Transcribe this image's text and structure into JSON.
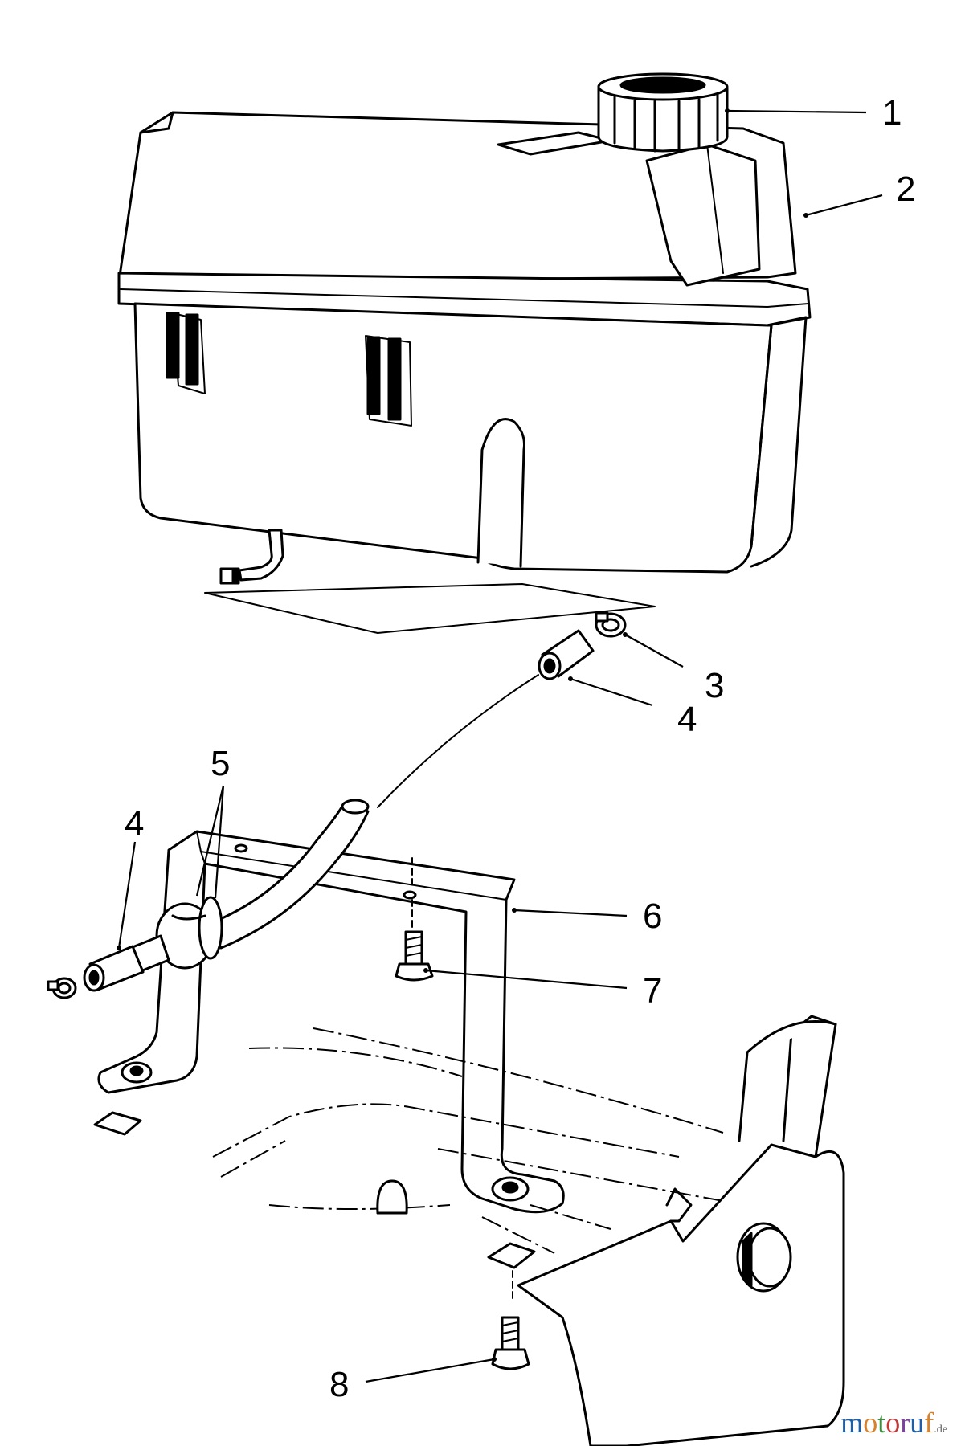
{
  "callouts": [
    {
      "id": "1",
      "text": "1"
    },
    {
      "id": "2",
      "text": "2"
    },
    {
      "id": "3",
      "text": "3"
    },
    {
      "id": "4a",
      "text": "4"
    },
    {
      "id": "5",
      "text": "5"
    },
    {
      "id": "4b",
      "text": "4"
    },
    {
      "id": "6",
      "text": "6"
    },
    {
      "id": "7",
      "text": "7"
    },
    {
      "id": "8",
      "text": "8"
    }
  ],
  "watermark": {
    "letters": [
      "m",
      "o",
      "t",
      "o",
      "r",
      "u",
      "f"
    ],
    "colors": [
      "#1f5fa8",
      "#d9822b",
      "#3b8f3b",
      "#c23b3b",
      "#7a3fa0",
      "#1f5fa8",
      "#d9822b"
    ],
    "suffix": ".de"
  }
}
